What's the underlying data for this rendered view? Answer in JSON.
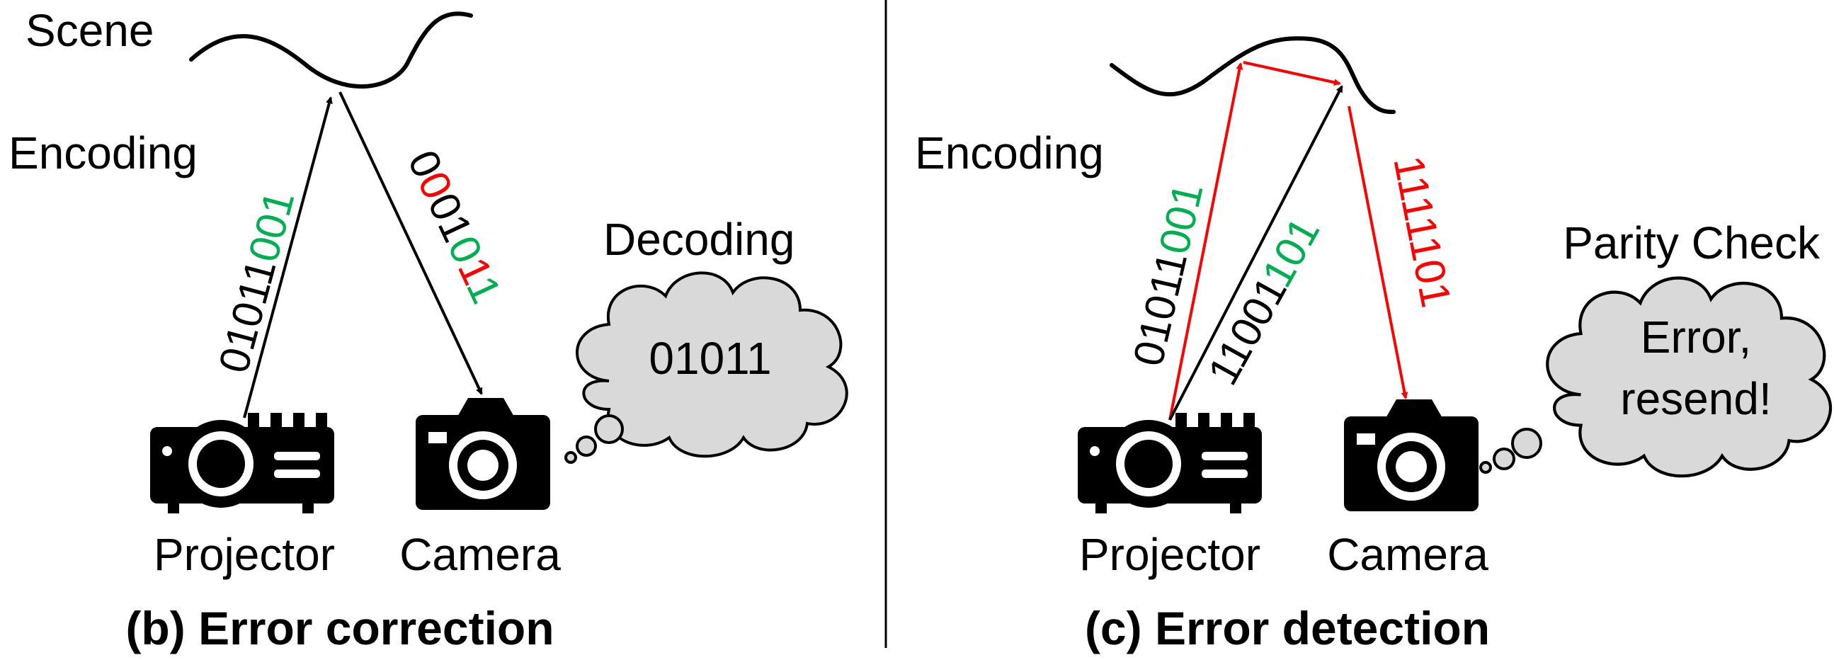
{
  "colors": {
    "black": "#000000",
    "green": "#00b050",
    "red": "#ff0000",
    "cloud": "#d9d9d9"
  },
  "panel_b": {
    "scene_label": "Scene",
    "encoding_label": "Encoding",
    "decoding_label": "Decoding",
    "projected_bits": [
      {
        "text": "01011",
        "color": "black"
      },
      {
        "text": "001",
        "color": "green"
      }
    ],
    "captured_bits": [
      {
        "text": "0",
        "color": "black"
      },
      {
        "text": "0",
        "color": "red"
      },
      {
        "text": "01",
        "color": "black"
      },
      {
        "text": "0",
        "color": "green"
      },
      {
        "text": "1",
        "color": "red"
      },
      {
        "text": "1",
        "color": "green"
      }
    ],
    "cloud_text": "01011",
    "projector_label": "Projector",
    "camera_label": "Camera",
    "caption": "(b) Error correction",
    "icons": [
      "projector-icon",
      "camera-icon"
    ]
  },
  "panel_c": {
    "encoding_label": "Encoding",
    "parity_label": "Parity Check",
    "bits_red_path": [
      {
        "text": "01011",
        "color": "black"
      },
      {
        "text": "001",
        "color": "green"
      }
    ],
    "bits_black_path": [
      {
        "text": "11001",
        "color": "black"
      },
      {
        "text": "101",
        "color": "green"
      }
    ],
    "captured_bits": [
      {
        "text": "1111101",
        "color": "red"
      }
    ],
    "cloud_line1": "Error,",
    "cloud_line2": "resend!",
    "projector_label": "Projector",
    "camera_label": "Camera",
    "caption": "(c) Error detection",
    "icons": [
      "projector-icon",
      "camera-icon"
    ]
  }
}
